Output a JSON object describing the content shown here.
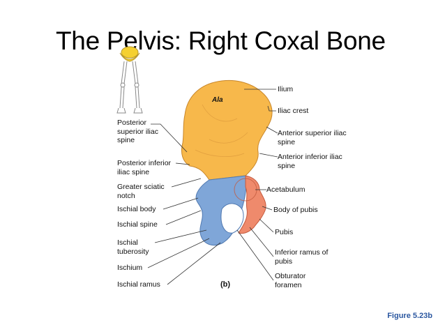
{
  "title": "The Pelvis: Right Coxal Bone",
  "figure_label": "Figure 5.23b",
  "panel_letter": "(b)",
  "region_label": "Ala",
  "labels_left": [
    "Posterior superior iliac spine",
    "Posterior inferior iliac spine",
    "Greater sciatic notch",
    "Ischial body",
    "Ischial spine",
    "Ischial tuberosity",
    "Ischium",
    "Ischial ramus"
  ],
  "labels_right": [
    "Ilium",
    "Iliac crest",
    "Anterior superior iliac spine",
    "Anterior inferior iliac spine",
    "Acetabulum",
    "Body of pubis",
    "Pubis",
    "Inferior ramus of pubis",
    "Obturator foramen"
  ],
  "colors": {
    "ilium": "#f7b84b",
    "ischium": "#7fa6d8",
    "pubis": "#ef8a6c",
    "figure_ref": "#2b57a0"
  }
}
